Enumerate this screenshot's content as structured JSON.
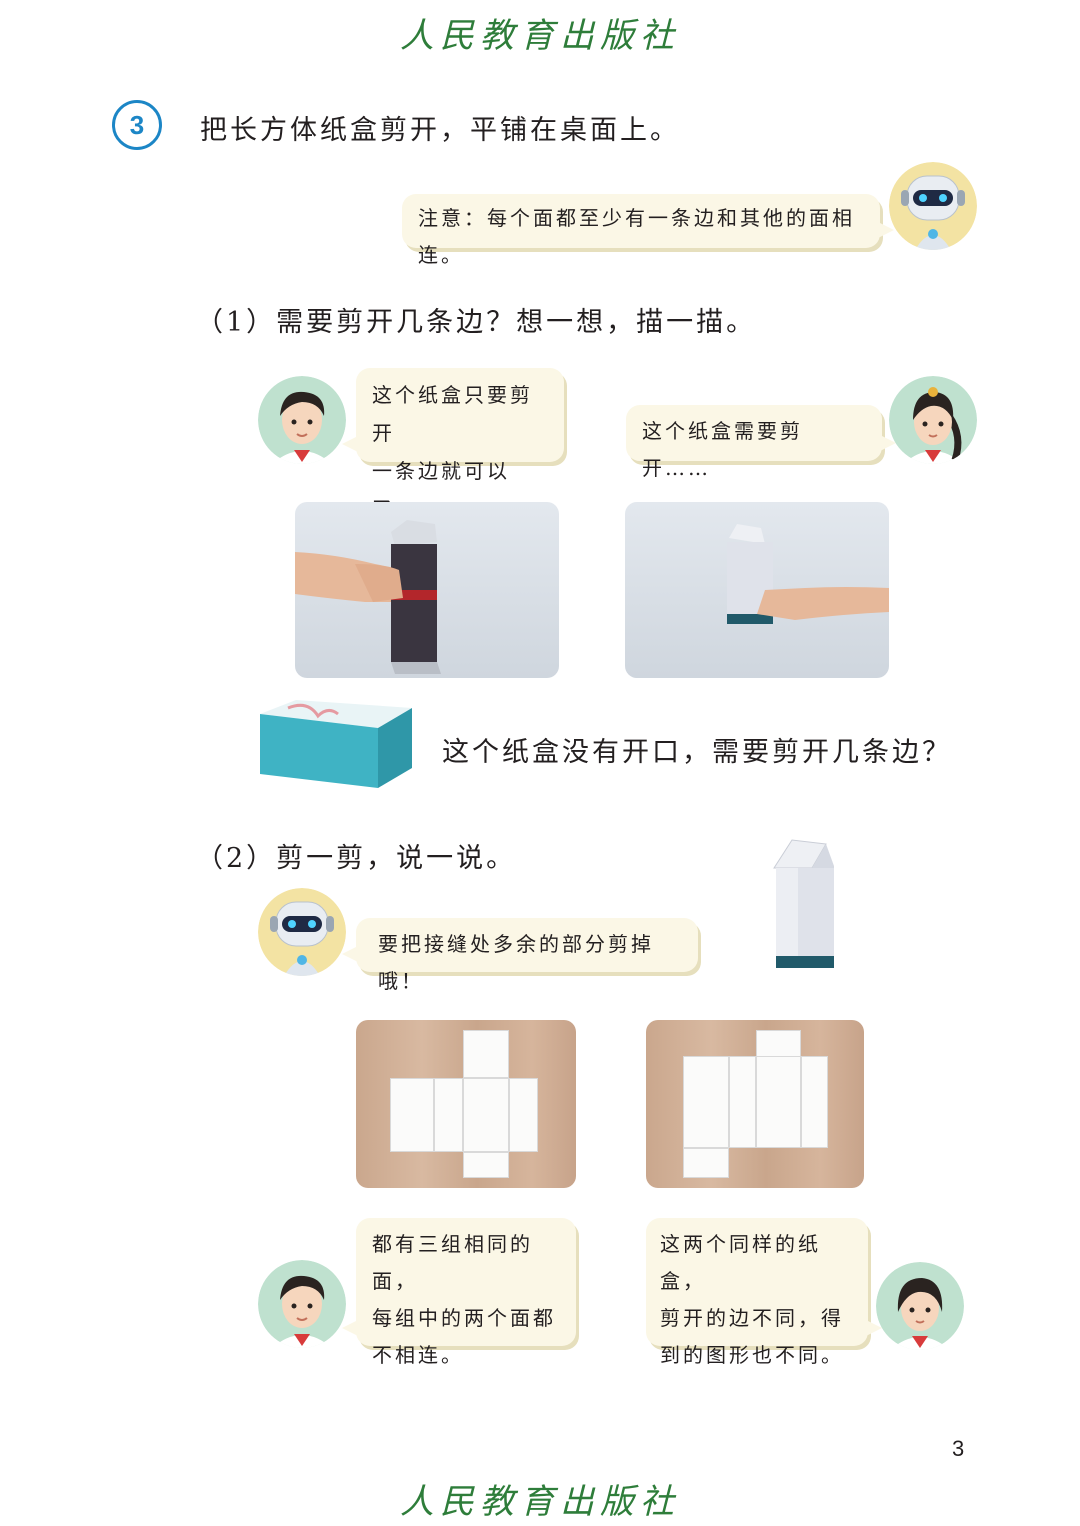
{
  "publisher": "人民教育出版社",
  "question": {
    "number": "3",
    "text": "把长方体纸盒剪开，平铺在桌面上。"
  },
  "robot_note": "注意：每个面都至少有一条边和其他的面相连。",
  "part1": {
    "label": "（1）需要剪开几条边？想一想，描一描。",
    "boy_line1": "这个纸盒只要剪开",
    "boy_line2": "一条边就可以了。",
    "girl_text": "这个纸盒需要剪开……",
    "closed_box_question": "这个纸盒没有开口，需要剪开几条边？"
  },
  "part2": {
    "label": "（2）剪一剪，说一说。",
    "robot_tip": "要把接缝处多余的部分剪掉哦！",
    "boy_line1": "都有三组相同的面，",
    "boy_line2": "每组中的两个面都",
    "boy_line3": "不相连。",
    "girl_line1": "这两个同样的纸盒，",
    "girl_line2": "剪开的边不同，得",
    "girl_line3": "到的图形也不同。"
  },
  "page_number": "3",
  "colors": {
    "accent_blue": "#1c86c6",
    "publisher_green": "#2e7d3a",
    "bubble_fill": "#fbf7e6",
    "box_teal": "#3fb3c4"
  },
  "icons": [
    "robot-avatar-icon",
    "boy-avatar-icon",
    "girl-avatar-icon"
  ]
}
